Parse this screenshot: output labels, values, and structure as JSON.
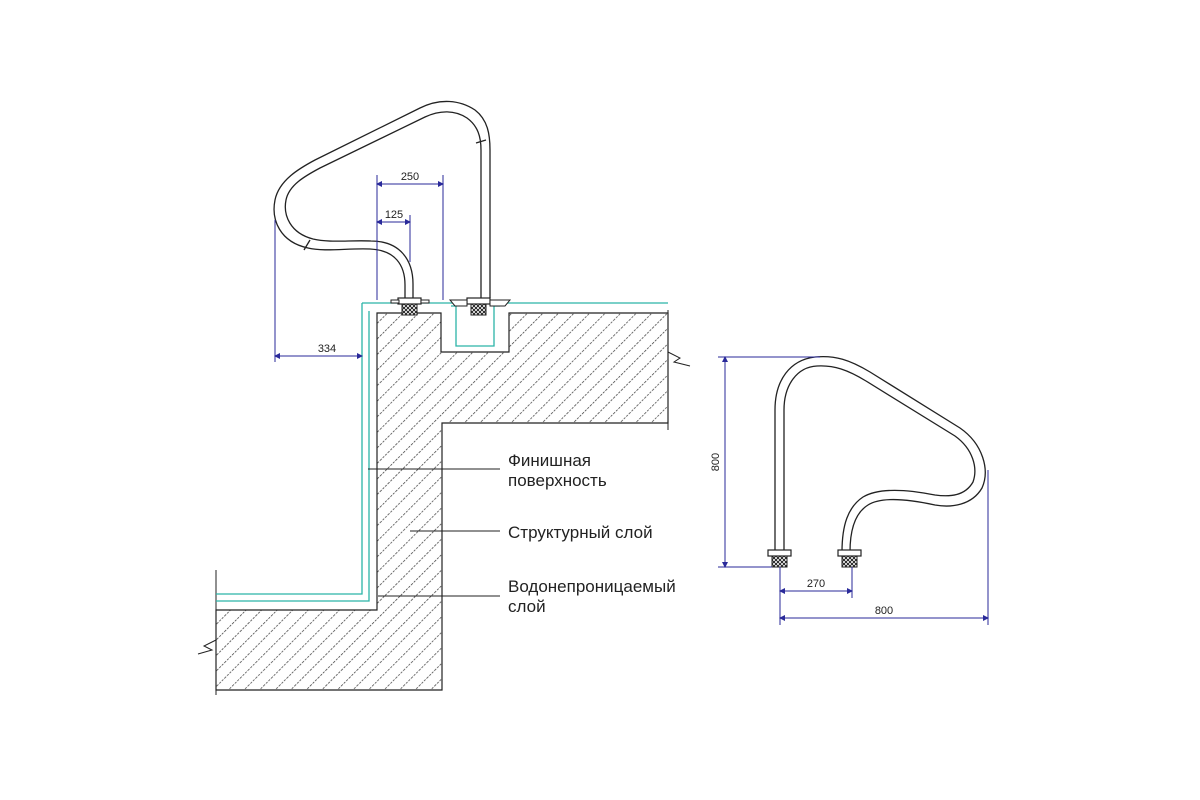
{
  "dimensions": {
    "d250": "250",
    "d125": "125",
    "d334": "334",
    "d800_height": "800",
    "d270": "270",
    "d800_width": "800"
  },
  "labels": {
    "finish_line1": "Финишная",
    "finish_line2": "поверхность",
    "structural": "Структурный слой",
    "waterproof_line1": "Водонепроницаемый",
    "waterproof_line2": "слой"
  },
  "colors": {
    "outline": "#222222",
    "dimension": "#2a2a9a",
    "waterline": "#2bb3a8",
    "hatch": "#333333"
  }
}
